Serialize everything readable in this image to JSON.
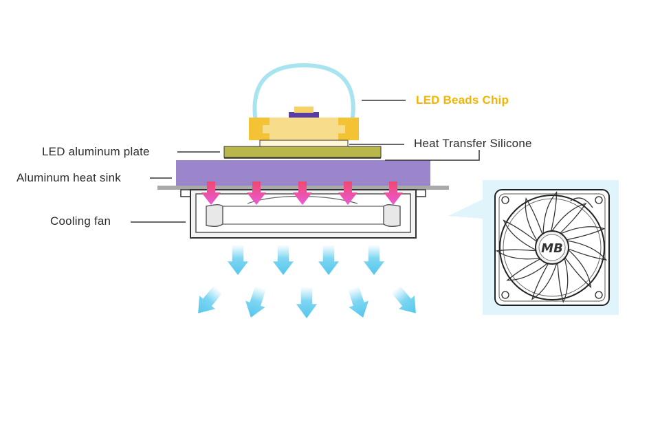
{
  "labels": {
    "led_beads_chip": "LED Beads Chip",
    "heat_transfer_silicone": "Heat Transfer Silicone",
    "led_aluminum_plate": "LED aluminum plate",
    "aluminum_heat_sink": "Aluminum heat sink",
    "cooling_fan": "Cooling fan"
  },
  "fan_logo": "MB",
  "colors": {
    "chip_label": "#f5b400",
    "dome": "#a8e4f0",
    "chip_base": "#f7dc8c",
    "chip_corners": "#f4c335",
    "chip_die": "#5a3ea6",
    "chip_die_top": "#f6d165",
    "silicone": "#fff6d8",
    "aluminum_plate": "#b9b64b",
    "heat_sink": "#9b86cc",
    "heat_arrow_top": "#f0486e",
    "heat_arrow_bottom": "#e85bd8",
    "air_arrow": "#7ed6f2",
    "fan_panel": "#dff5fb",
    "label_text": "#2b2b2b"
  },
  "icons": [
    "heat-arrow-icon",
    "airflow-arrow-icon",
    "fan-icon"
  ]
}
